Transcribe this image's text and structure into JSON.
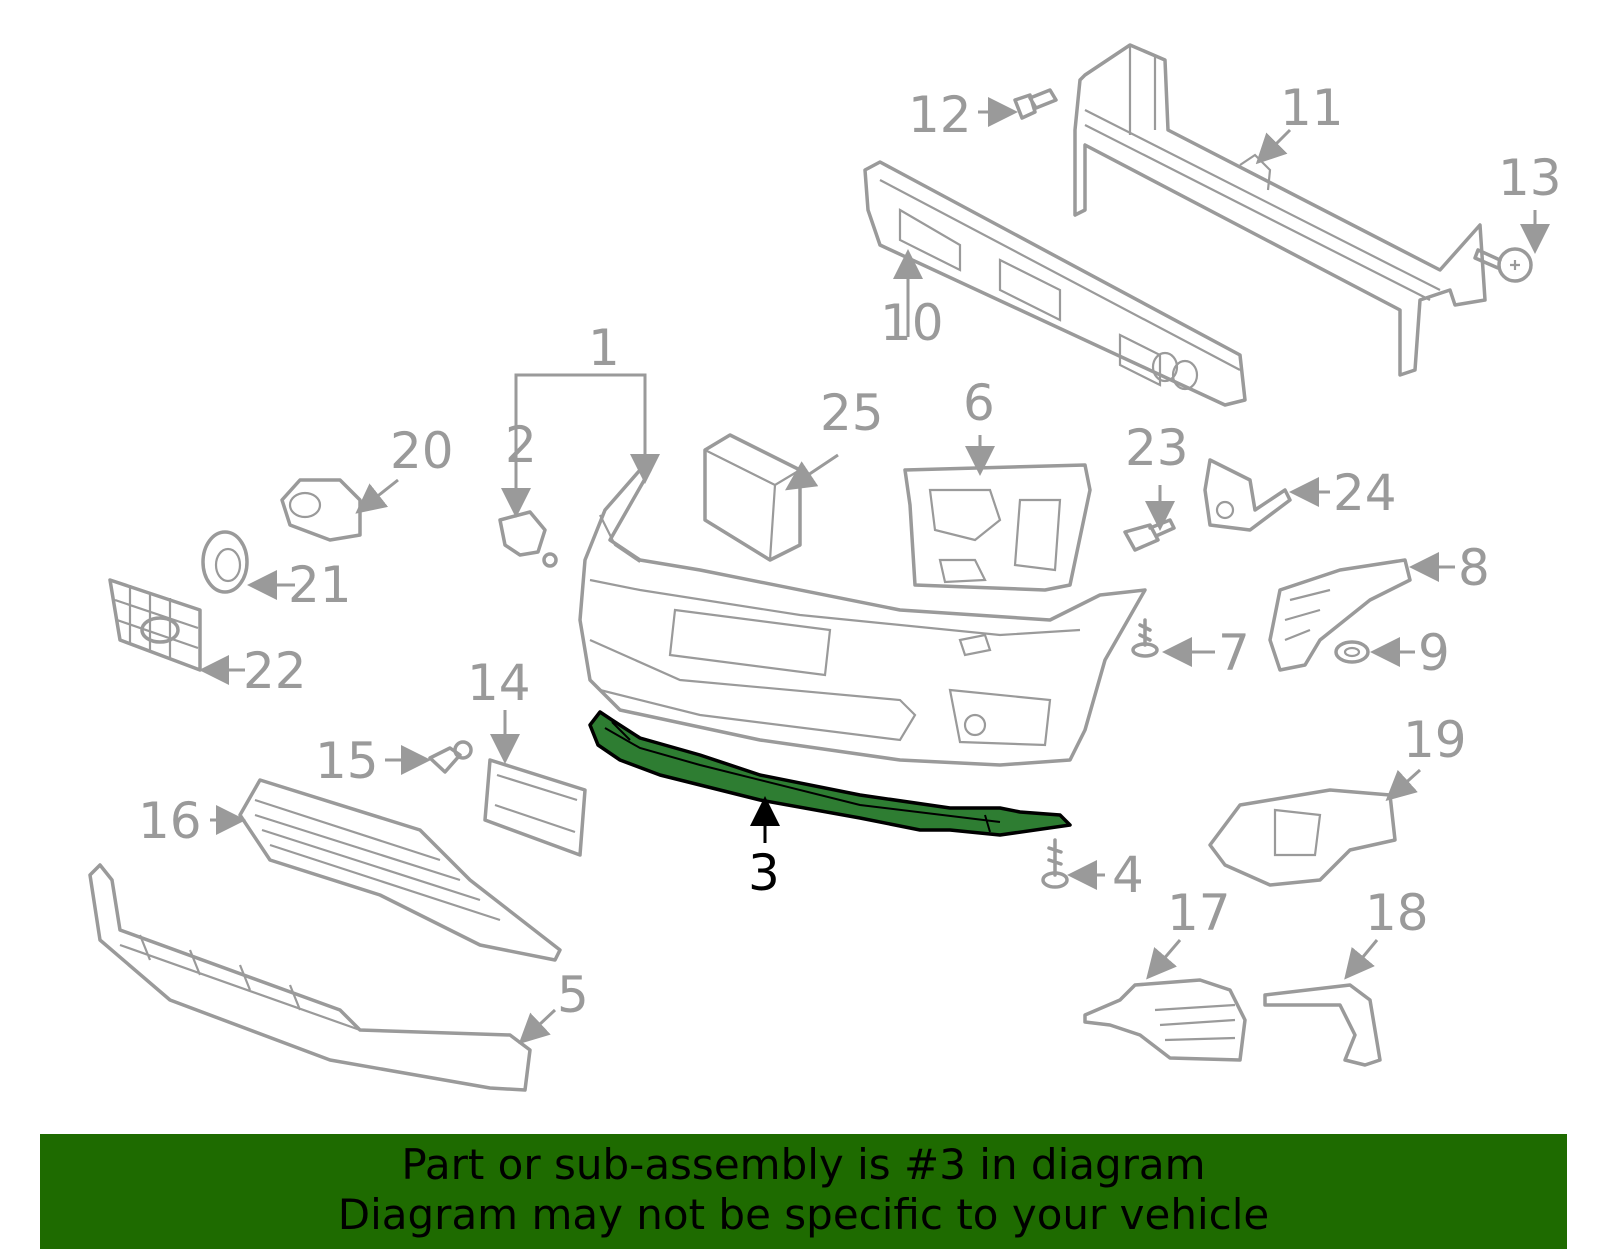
{
  "diagram": {
    "highlighted_part": "3",
    "colors": {
      "part_stroke": "#9a9a9a",
      "highlight_fill": "#2e7d32",
      "highlight_stroke": "#000000",
      "banner_bg": "#1e6b00"
    },
    "callouts": {
      "c1": "1",
      "c2": "2",
      "c3": "3",
      "c4": "4",
      "c5": "5",
      "c6": "6",
      "c7": "7",
      "c8": "8",
      "c9": "9",
      "c10": "10",
      "c11": "11",
      "c12": "12",
      "c13": "13",
      "c14": "14",
      "c15": "15",
      "c16": "16",
      "c17": "17",
      "c18": "18",
      "c19": "19",
      "c20": "20",
      "c21": "21",
      "c22": "22",
      "c23": "23",
      "c24": "24",
      "c25": "25"
    }
  },
  "banner": {
    "line1": "Part or sub-assembly is #3 in diagram",
    "line2": "Diagram may not be specific to your vehicle"
  }
}
